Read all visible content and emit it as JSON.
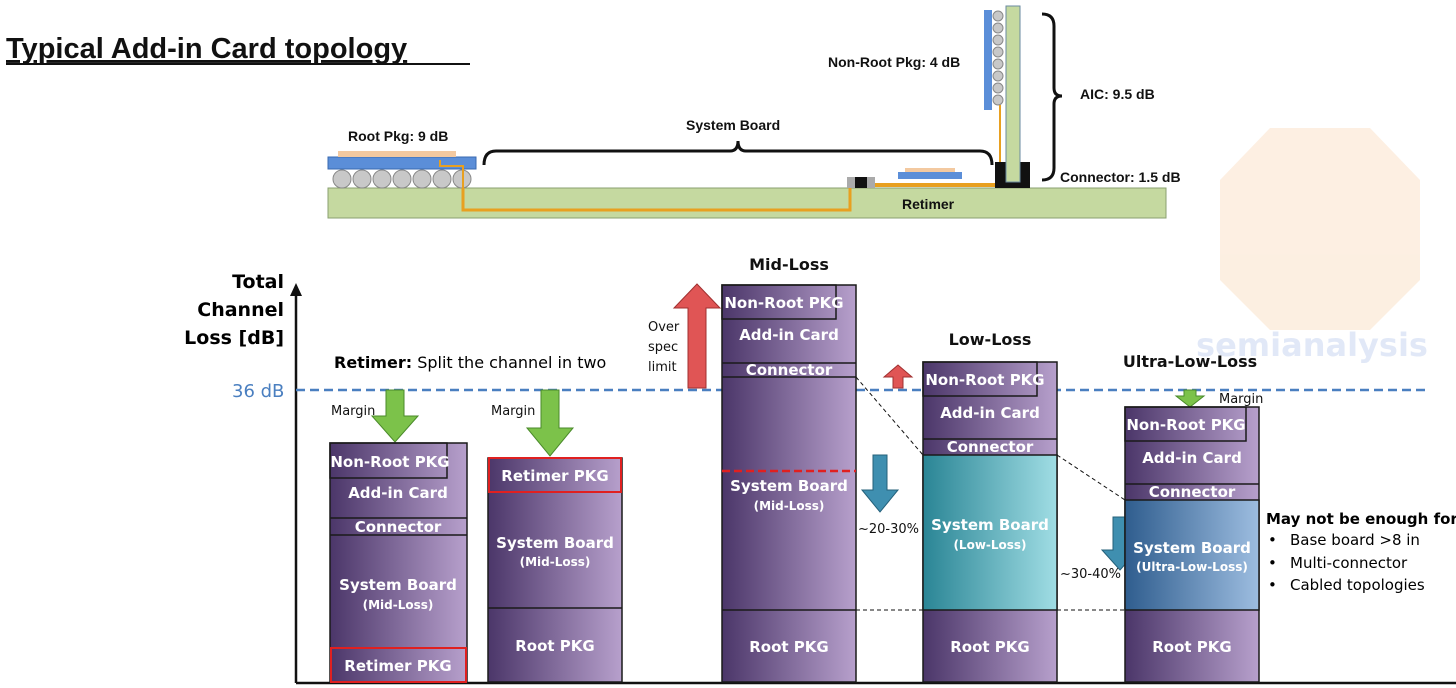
{
  "title": "Typical Add-in Card topology",
  "topology": {
    "root_pkg": "Root Pkg: 9 dB",
    "system_board": "System Board",
    "non_root_pkg": "Non-Root Pkg: 4 dB",
    "aic": "AIC: 9.5 dB",
    "connector": "Connector: 1.5 dB",
    "retimer": "Retimer"
  },
  "chart": {
    "ylabel": [
      "Total",
      "Channel",
      "Loss [dB]"
    ],
    "limit_label": "36 dB",
    "retimer_note_bold": "Retimer:",
    "retimer_note": "Split the channel in two",
    "margin": "Margin",
    "over_spec": [
      "Over",
      "spec",
      "limit"
    ],
    "reduction_mid": "~20-30%",
    "reduction_low": "~30-40%",
    "headers": {
      "mid": "Mid-Loss",
      "low": "Low-Loss",
      "ultra": "Ultra-Low-Loss"
    },
    "segments": {
      "non_root": "Non-Root PKG",
      "aic": "Add-in Card",
      "connector": "Connector",
      "system_board": "System Board",
      "retimer_pkg": "Retimer PKG",
      "root_pkg": "Root PKG"
    },
    "sb_sub": {
      "mid": "(Mid-Loss)",
      "low": "(Low-Loss)",
      "ultra": "(Ultra-Low-Loss)"
    },
    "note": {
      "title": "May not be enough for:",
      "items": [
        "Base board >8 in",
        "Multi-connector",
        "Cabled topologies"
      ]
    }
  },
  "watermark": "semianalysis",
  "colors": {
    "limit_line": "#4a7fc0",
    "margin_arrow": "#7cc24a",
    "over_arrow": "#e05555",
    "reduction_arrow": "#3f8fb0",
    "pcb": "#c5d9a0",
    "trace": "#e8a020"
  }
}
